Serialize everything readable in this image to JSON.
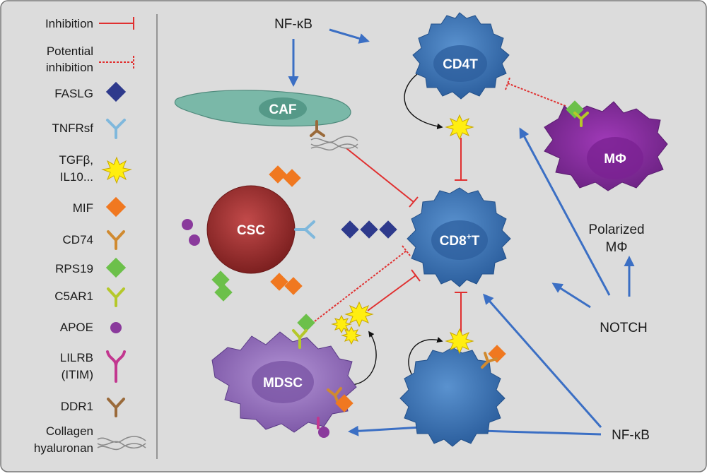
{
  "legend": {
    "inhibition": "Inhibition",
    "potential_inhibition_1": "Potential",
    "potential_inhibition_2": "inhibition",
    "fas": "FASLG",
    "tnfr": "TNFRsf",
    "tgfb_1": "TGFβ,",
    "tgfb_2": "IL10...",
    "mif": "MIF",
    "cd74": "CD74",
    "rps19": "RPS19",
    "c5ar1": "C5AR1",
    "apoe": "APOE",
    "lilrb_1": "LILRB",
    "lilrb_2": "(ITIM)",
    "ddr1": "DDR1",
    "collagen_1": "Collagen",
    "collagen_2": "hyaluronan"
  },
  "diagram": {
    "nfkb_top": "NF-κB",
    "nfkb_bottom": "NF-κB",
    "notch": "NOTCH",
    "polarized_1": "Polarized",
    "polarized_2": "MΦ"
  },
  "cells": {
    "cd4t": "CD4T",
    "caf": "CAF",
    "mphi": "MΦ",
    "csc": "CSC",
    "cd8t_main": "CD8",
    "cd8t_sup": "+",
    "cd8t_tail": "T",
    "mdsc": "MDSC"
  },
  "colors": {
    "panel_bg": "#dcdcdc",
    "inhibition_red": "#e03030",
    "arrow_blue": "#3b6fc4",
    "fas_navy": "#2e3a8c",
    "mif_orange": "#f07820",
    "rps19_green": "#6cc04a",
    "c5ar1_yellowgreen": "#b5c82a",
    "apoe_purple": "#8a3a9c",
    "lilrb_magenta": "#c2378f",
    "ddr1_brown": "#9a6a3a",
    "tnfr_lightblue": "#7fb8dc",
    "cd74_tan": "#d08a30",
    "tcell_blue": "#3f78b8",
    "macrophage_purple": "#8a2fa0",
    "mdsc_violet": "#9a74c0",
    "csc_red": "#a83232",
    "caf_teal": "#7ab8a8"
  },
  "icons": [
    "diamond-icon",
    "receptor-y-icon",
    "starburst-icon",
    "dot-icon",
    "collagen-fiber-icon"
  ]
}
